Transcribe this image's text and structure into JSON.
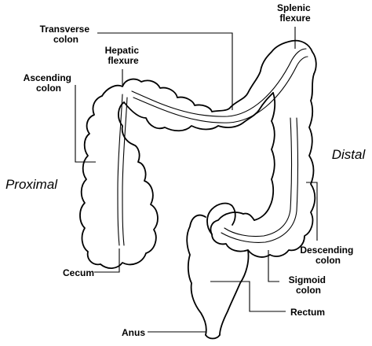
{
  "labels": {
    "transverse_colon": [
      "Transverse",
      "colon"
    ],
    "splenic_flexure": [
      "Splenic",
      "flexure"
    ],
    "hepatic_flexure": [
      "Hepatic",
      "flexure"
    ],
    "ascending_colon": [
      "Ascending",
      "colon"
    ],
    "descending_colon": [
      "Descending",
      "colon"
    ],
    "sigmoid_colon": [
      "Sigmoid",
      "colon"
    ],
    "cecum": "Cecum",
    "rectum": "Rectum",
    "anus": "Anus"
  },
  "regions": {
    "proximal": "Proximal",
    "distal": "Distal"
  }
}
